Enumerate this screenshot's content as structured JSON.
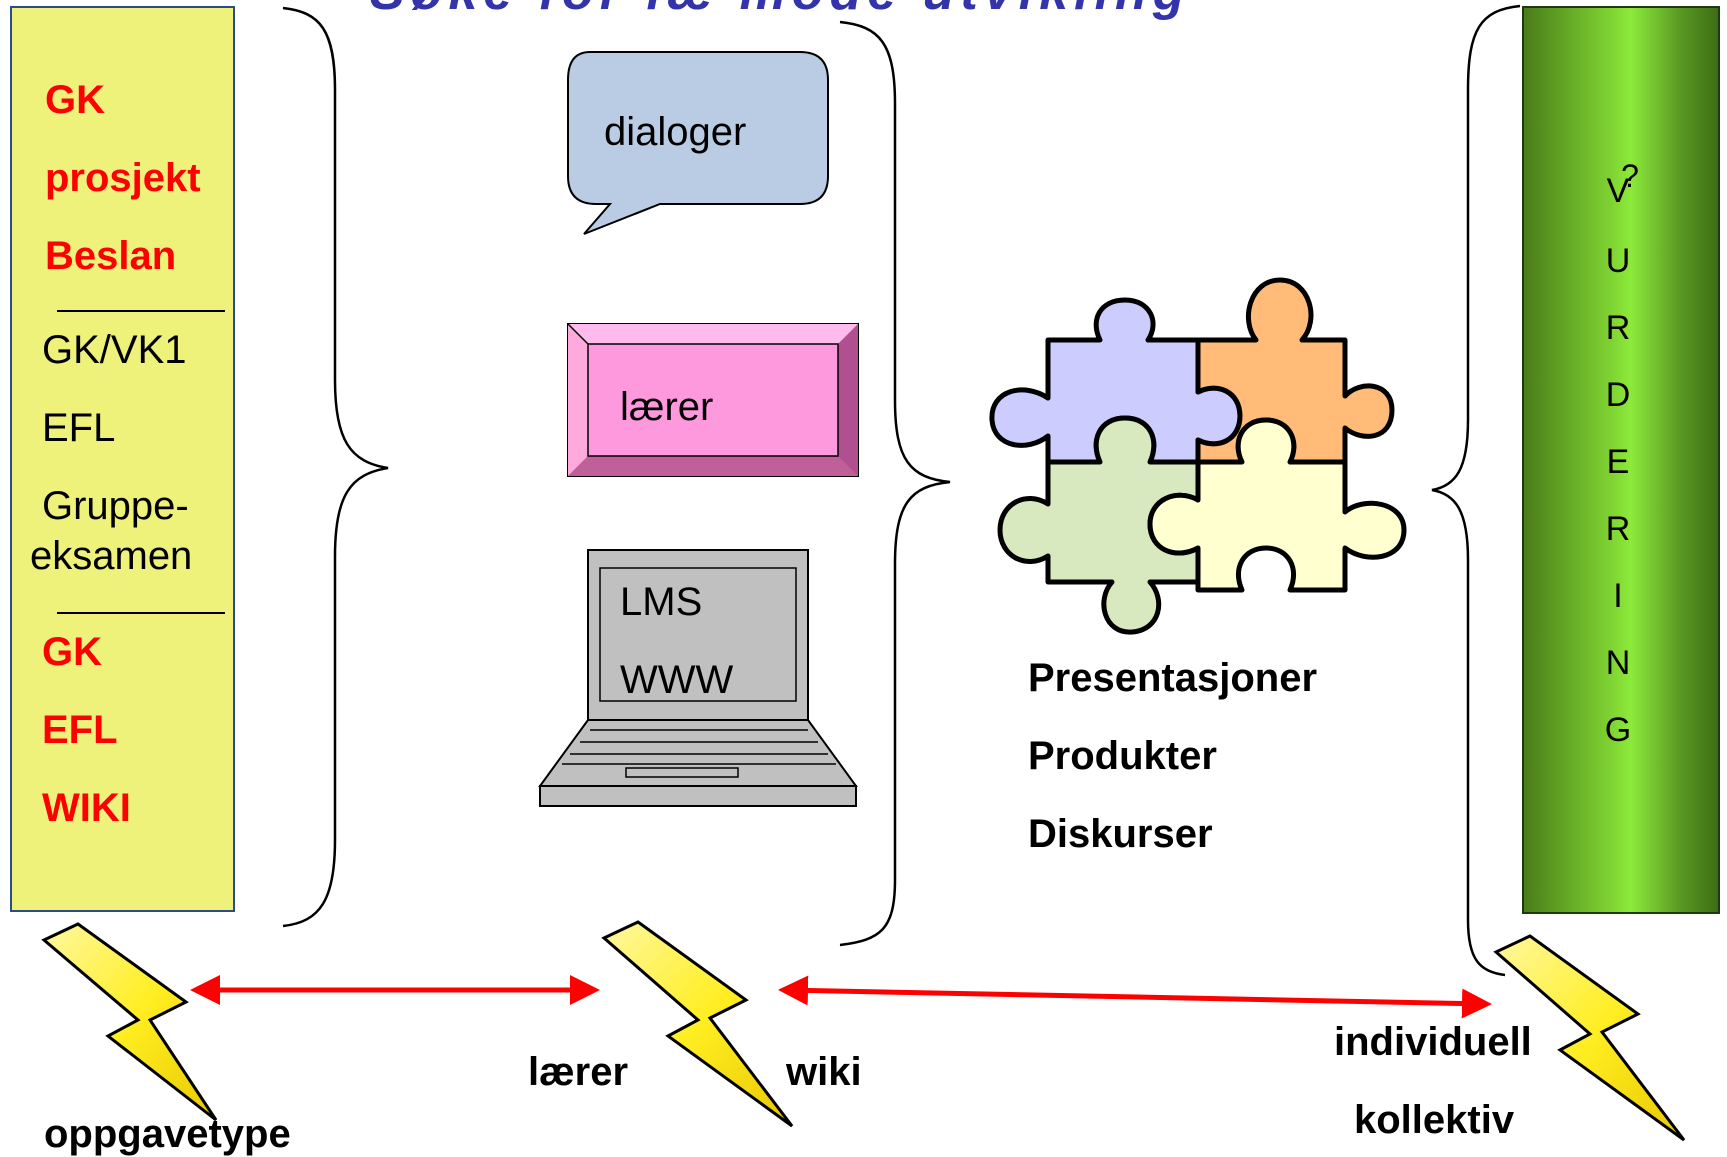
{
  "title": "Søke for læ mode utvikling",
  "left_panel": {
    "items": [
      {
        "text": "GK",
        "style": "red"
      },
      {
        "text": "prosjekt",
        "style": "red"
      },
      {
        "text": "Beslan",
        "style": "red"
      },
      {
        "text": "GK/VK1",
        "style": "normal"
      },
      {
        "text": "EFL",
        "style": "normal"
      },
      {
        "text": "Gruppe-",
        "style": "normal"
      },
      {
        "text": "eksamen",
        "style": "normal"
      },
      {
        "text": "GK",
        "style": "red"
      },
      {
        "text": "EFL",
        "style": "red"
      },
      {
        "text": "WIKI",
        "style": "red"
      }
    ]
  },
  "center": {
    "speech_bubble": "dialoger",
    "teacher_box": "lærer",
    "laptop_lines": [
      "LMS",
      "WWW"
    ]
  },
  "puzzle_labels": [
    "Presentasjoner",
    "Produkter",
    "Diskurser"
  ],
  "right_panel": {
    "letters": [
      "V",
      "?",
      "U",
      "R",
      "D",
      "E",
      "R",
      "I",
      "N",
      "G"
    ]
  },
  "bottom": {
    "oppgavetype": "oppgavetype",
    "laerer": "lærer",
    "wiki": "wiki",
    "individuell": "individuell",
    "kollektiv": "kollektiv"
  },
  "colors": {
    "left_panel_bg": "#eef27a",
    "red_text": "#ff0000",
    "bubble_fill": "#b9cce4",
    "teacher_box_fill": "#ff99dd",
    "laptop_fill": "#c0c0c0",
    "puzzle_purple": "#ccccff",
    "puzzle_orange": "#ffbb77",
    "puzzle_green": "#d8e8bf",
    "puzzle_cream": "#ffffd0",
    "arrow_red": "#ff0000",
    "lightning_yellow": "#ffee22",
    "right_panel_green": "#7fd332"
  }
}
